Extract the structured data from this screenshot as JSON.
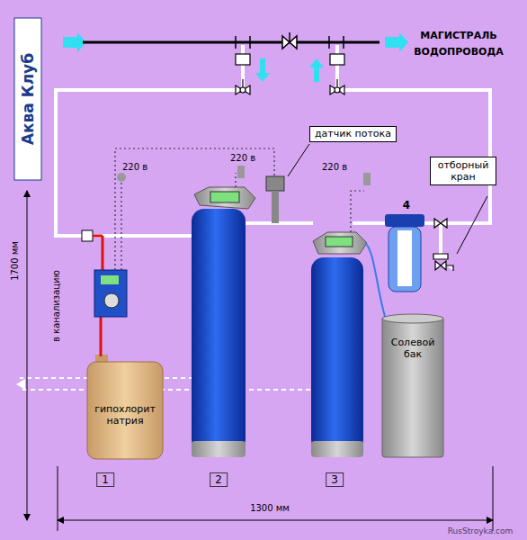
{
  "diagram": {
    "nodes": [
      {
        "text": [
          "датчик потока"
        ]
      },
      {
        "text": [
          "отборный кран"
        ]
      },
      {
        "text": [
          "гипохлорит натрия"
        ]
      },
      {
        "text": [
          "Солевой бак"
        ]
      }
    ],
    "labels": [
      "Аква Клуб",
      "МАГИСТРАЛЬ ВОДОПРОВОДА",
      "220 в",
      "220 в",
      "220 в",
      "1700 мм",
      "в канализацию",
      "1300 мм",
      "1",
      "2",
      "3",
      "4",
      "RusStroyka.com"
    ]
  }
}
